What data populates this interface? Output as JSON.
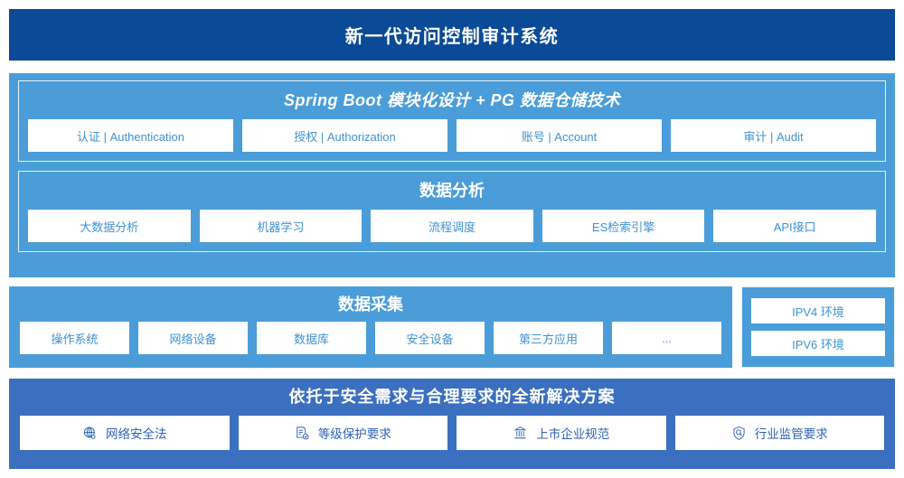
{
  "header": {
    "title": "新一代访问控制审计系统",
    "bg_color": "#0b4a96"
  },
  "colors": {
    "header_navy": "#0b4a96",
    "panel_blue": "#4a9dd9",
    "solution_blue": "#3b6fc0",
    "card_text_blue": "#3f92d2",
    "solution_card_text": "#2f62b5",
    "card_white": "#ffffff"
  },
  "app_layer": {
    "title": "Spring Boot 模块化设计 + PG 数据仓储技术",
    "cards": [
      {
        "label": "认证 | Authentication"
      },
      {
        "label": "授权 | Authorization"
      },
      {
        "label": "账号 | Account"
      },
      {
        "label": "审计 | Audit"
      }
    ]
  },
  "analysis_layer": {
    "title": "数据分析",
    "cards": [
      {
        "label": "大数据分析"
      },
      {
        "label": "机器学习"
      },
      {
        "label": "流程调度"
      },
      {
        "label": "ES检索引擎"
      },
      {
        "label": "API接口"
      }
    ]
  },
  "collect_layer": {
    "title": "数据采集",
    "cards": [
      {
        "label": "操作系统"
      },
      {
        "label": "网络设备"
      },
      {
        "label": "数据库"
      },
      {
        "label": "安全设备"
      },
      {
        "label": "第三方应用"
      },
      {
        "label": "..."
      }
    ],
    "environments": [
      {
        "label": "IPV4 环境"
      },
      {
        "label": "IPV6 环境"
      }
    ]
  },
  "solution_layer": {
    "title": "依托于安全需求与合理要求的全新解决方案",
    "cards": [
      {
        "label": "网络安全法",
        "icon": "globe-network-icon"
      },
      {
        "label": "等级保护要求",
        "icon": "document-check-icon"
      },
      {
        "label": "上市企业规范",
        "icon": "bank-building-icon"
      },
      {
        "label": "行业监管要求",
        "icon": "shield-search-icon"
      }
    ]
  }
}
